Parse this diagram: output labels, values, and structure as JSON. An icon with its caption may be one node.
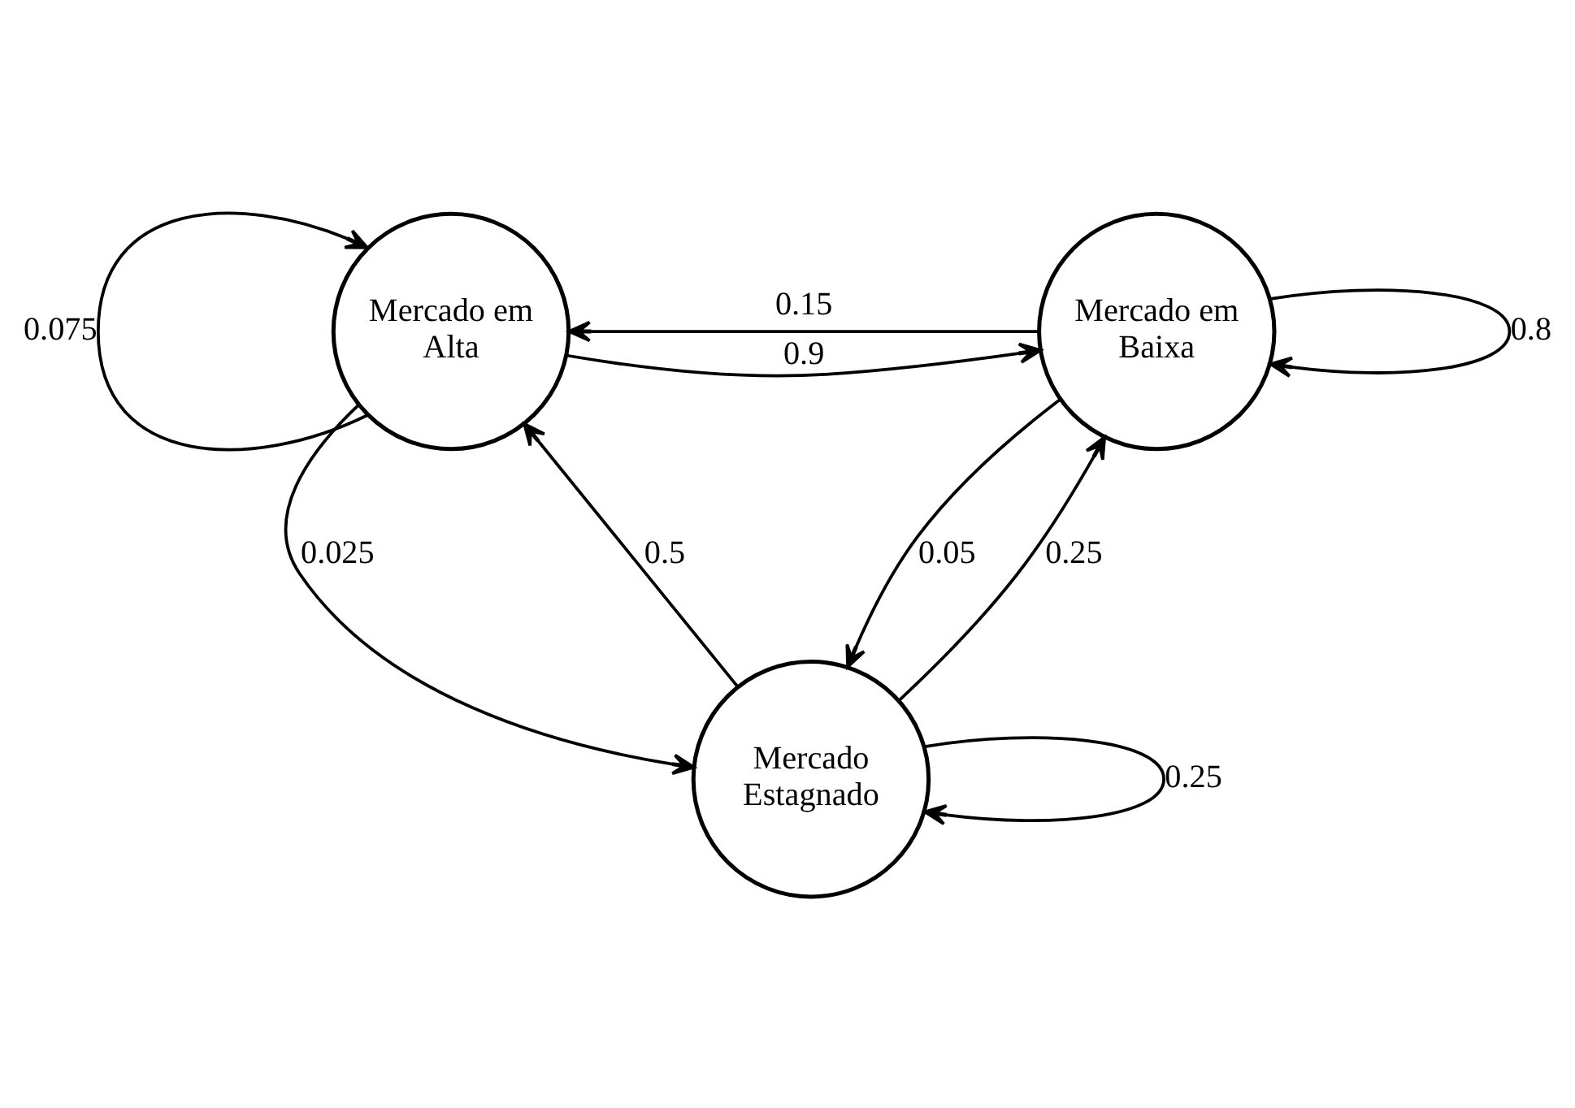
{
  "diagram": {
    "nodes": [
      {
        "text": [
          "Mercado em Alta"
        ]
      },
      {
        "text": [
          "Mercado em Baixa"
        ]
      },
      {
        "text": [
          "Mercado Estagnado"
        ]
      }
    ],
    "edges": [
      {
        "from": 0,
        "to": 0,
        "arrow": "to",
        "label": "0.075"
      },
      {
        "from": 0,
        "to": 1,
        "arrow": "to",
        "label": "0.9"
      },
      {
        "from": 1,
        "to": 1,
        "arrow": "to",
        "label": "0.8"
      },
      {
        "from": 1,
        "to": 0,
        "arrow": "to",
        "label": "0.15"
      },
      {
        "from": 0,
        "to": 2,
        "arrow": "to",
        "label": "0.025"
      },
      {
        "from": 2,
        "to": 1,
        "arrow": "to",
        "label": "0.25"
      },
      {
        "from": 2,
        "to": 0,
        "arrow": "to",
        "label": "0.5"
      },
      {
        "from": 1,
        "to": 2,
        "arrow": "to",
        "label": "0.05"
      },
      {
        "from": 2,
        "to": 2,
        "arrow": "to",
        "label": "0.25"
      }
    ]
  }
}
